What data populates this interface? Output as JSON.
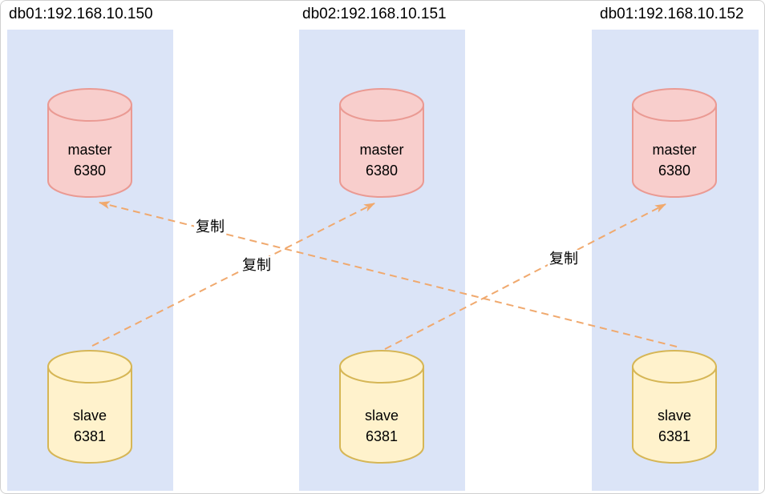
{
  "diagram": {
    "hosts": [
      {
        "title": "db01:192.168.10.150",
        "master": {
          "role": "master",
          "port": "6380"
        },
        "slave": {
          "role": "slave",
          "port": "6381"
        }
      },
      {
        "title": "db02:192.168.10.151",
        "master": {
          "role": "master",
          "port": "6380"
        },
        "slave": {
          "role": "slave",
          "port": "6381"
        }
      },
      {
        "title": "db01:192.168.10.152",
        "master": {
          "role": "master",
          "port": "6380"
        },
        "slave": {
          "role": "slave",
          "port": "6381"
        }
      }
    ],
    "edges": [
      {
        "label": "复制",
        "from": "slave 6381 (db01:192.168.10.150)",
        "to": "master 6380 (db02:192.168.10.151)"
      },
      {
        "label": "复制",
        "from": "slave 6381 (db02:192.168.10.151)",
        "to": "master 6380 (db01:192.168.10.152)"
      },
      {
        "label": "复制",
        "from": "slave 6381 (db01:192.168.10.152)",
        "to": "master 6380 (db01:192.168.10.150)"
      }
    ],
    "colors": {
      "panel_fill": "#dbe4f7",
      "master_fill": "#f8cecc",
      "master_stroke": "#ea9a93",
      "slave_fill": "#fff2cc",
      "slave_stroke": "#d6b656",
      "arrow": "#f0a96e",
      "label_text": "#000000",
      "canvas_border": "#d0d0d0"
    }
  }
}
